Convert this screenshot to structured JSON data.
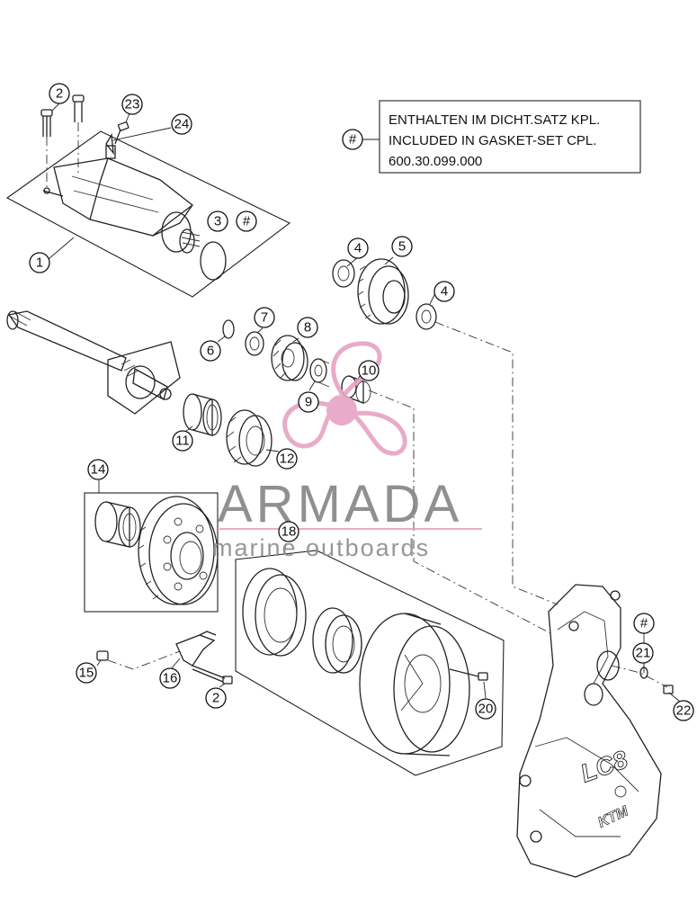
{
  "note": {
    "symbol": "#",
    "lines": [
      "ENTHALTEN IM DICHT.SATZ KPL.",
      "INCLUDED IN GASKET-SET CPL.",
      "600.30.099.000"
    ]
  },
  "watermark": {
    "brand": "ARMADA",
    "tagline": "marine outboards",
    "accent_color": "#e6a2c4"
  },
  "callouts": [
    {
      "id": "c-2a",
      "label": "2"
    },
    {
      "id": "c-23",
      "label": "23"
    },
    {
      "id": "c-24",
      "label": "24"
    },
    {
      "id": "c-3",
      "label": "3"
    },
    {
      "id": "c-hash-3",
      "label": "#"
    },
    {
      "id": "c-1",
      "label": "1"
    },
    {
      "id": "c-4a",
      "label": "4"
    },
    {
      "id": "c-5",
      "label": "5"
    },
    {
      "id": "c-4b",
      "label": "4"
    },
    {
      "id": "c-7",
      "label": "7"
    },
    {
      "id": "c-8",
      "label": "8"
    },
    {
      "id": "c-6",
      "label": "6"
    },
    {
      "id": "c-10",
      "label": "10"
    },
    {
      "id": "c-9",
      "label": "9"
    },
    {
      "id": "c-11",
      "label": "11"
    },
    {
      "id": "c-12",
      "label": "12"
    },
    {
      "id": "c-14",
      "label": "14"
    },
    {
      "id": "c-18",
      "label": "18"
    },
    {
      "id": "c-hash-21",
      "label": "#"
    },
    {
      "id": "c-21",
      "label": "21"
    },
    {
      "id": "c-22",
      "label": "22"
    },
    {
      "id": "c-15",
      "label": "15"
    },
    {
      "id": "c-16",
      "label": "16"
    },
    {
      "id": "c-2b",
      "label": "2"
    },
    {
      "id": "c-20",
      "label": "20"
    }
  ]
}
